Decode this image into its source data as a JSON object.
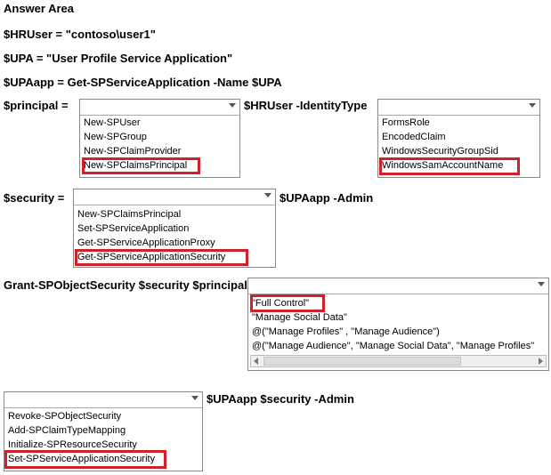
{
  "header": "Answer Area",
  "lines": {
    "hruser": "$HRUser = \"contoso\\user1\"",
    "upa": "$UPA = \"User Profile Service Application\"",
    "upaapp": "$UPAapp = Get-SPServiceApplication -Name $UPA",
    "principal_prefix": "$principal =",
    "hruser_identity": "$HRUser -IdentityType",
    "security_prefix": "$security =",
    "upaapp_admin": "$UPAapp -Admin",
    "grant": "Grant-SPObjectSecurity $security $principal",
    "final_suffix": "$UPAapp $security -Admin"
  },
  "dropdown1": {
    "options": [
      "New-SPUser",
      "New-SPGroup",
      "New-SPClaimProvider",
      "New-SPClaimsPrincipal"
    ],
    "selected": "New-SPClaimsPrincipal"
  },
  "dropdown2": {
    "options": [
      "FormsRole",
      "EncodedClaim",
      "WindowsSecurityGroupSid",
      "WindowsSamAccountName"
    ],
    "selected": "WindowsSamAccountName"
  },
  "dropdown3": {
    "options": [
      "New-SPClaimsPrincipal",
      "Set-SPServiceApplication",
      "Get-SPServiceApplicationProxy",
      "Get-SPServiceApplicationSecurity"
    ],
    "selected": "Get-SPServiceApplicationSecurity"
  },
  "dropdown4": {
    "options": [
      "\"Full Control\"",
      "\"Manage Social Data\"",
      "@(\"Manage Profiles\" , \"Manage Audience\")",
      "@(\"Manage Audience\", \"Manage Social Data\", \"Manage Profiles\""
    ],
    "selected": "\"Full Control\""
  },
  "dropdown5": {
    "options": [
      "Revoke-SPObjectSecurity",
      "Add-SPClaimTypeMapping",
      "Initialize-SPResourceSecurity",
      "Set-SPServiceApplicationSecurity"
    ],
    "selected": "Set-SPServiceApplicationSecurity"
  }
}
